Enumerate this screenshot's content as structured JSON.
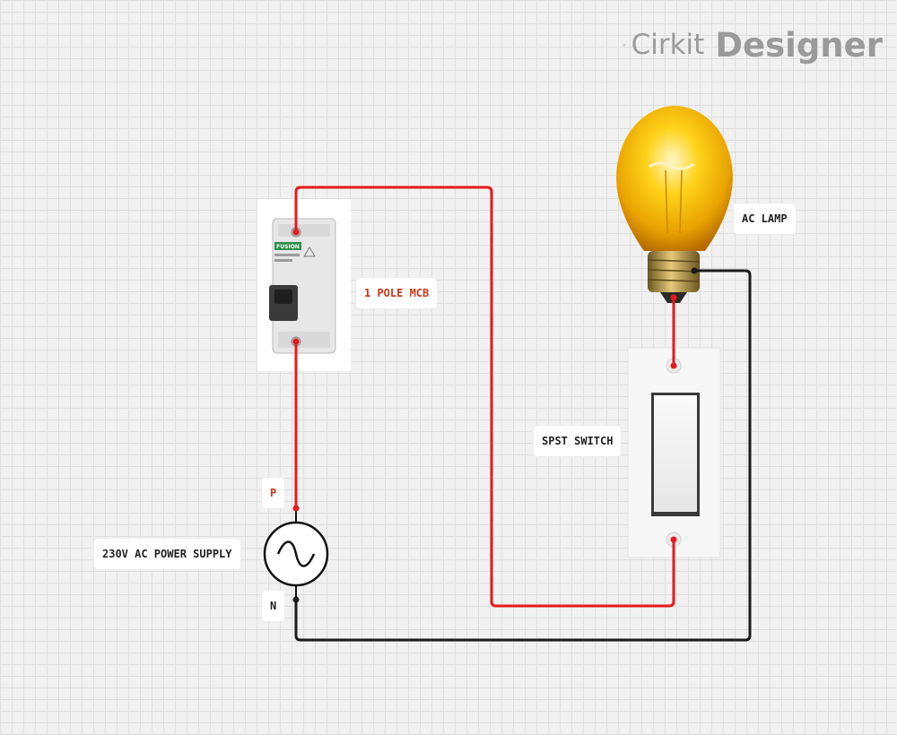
{
  "logo": {
    "brand_primary": "Cirkit",
    "brand_secondary": "Designer",
    "icon": "circuit-traces-icon"
  },
  "components": {
    "mcb": {
      "label": "1 POLE MCB",
      "brand_text": "FUSION",
      "icon": "circuit-breaker"
    },
    "lamp": {
      "label": "AC LAMP",
      "icon": "light-bulb"
    },
    "switch": {
      "label": "SPST SWITCH",
      "icon": "wall-switch"
    },
    "power_supply": {
      "label": "230V AC POWER SUPPLY",
      "pin_p": "P",
      "pin_n": "N",
      "icon": "ac-source-sine"
    }
  },
  "colors": {
    "live_wire": "#e8191c",
    "neutral_wire": "#1a1a1a",
    "label_red": "#c8391c",
    "grid_line": "#dedede",
    "background": "#f1f1f1"
  },
  "connections": [
    {
      "from": "power_supply.P",
      "to": "mcb.bottom",
      "color": "live_wire"
    },
    {
      "from": "mcb.top",
      "to": "switch.bottom",
      "color": "live_wire"
    },
    {
      "from": "switch.top",
      "to": "lamp.base",
      "color": "live_wire"
    },
    {
      "from": "lamp.base",
      "to": "power_supply.N",
      "color": "neutral_wire"
    }
  ]
}
